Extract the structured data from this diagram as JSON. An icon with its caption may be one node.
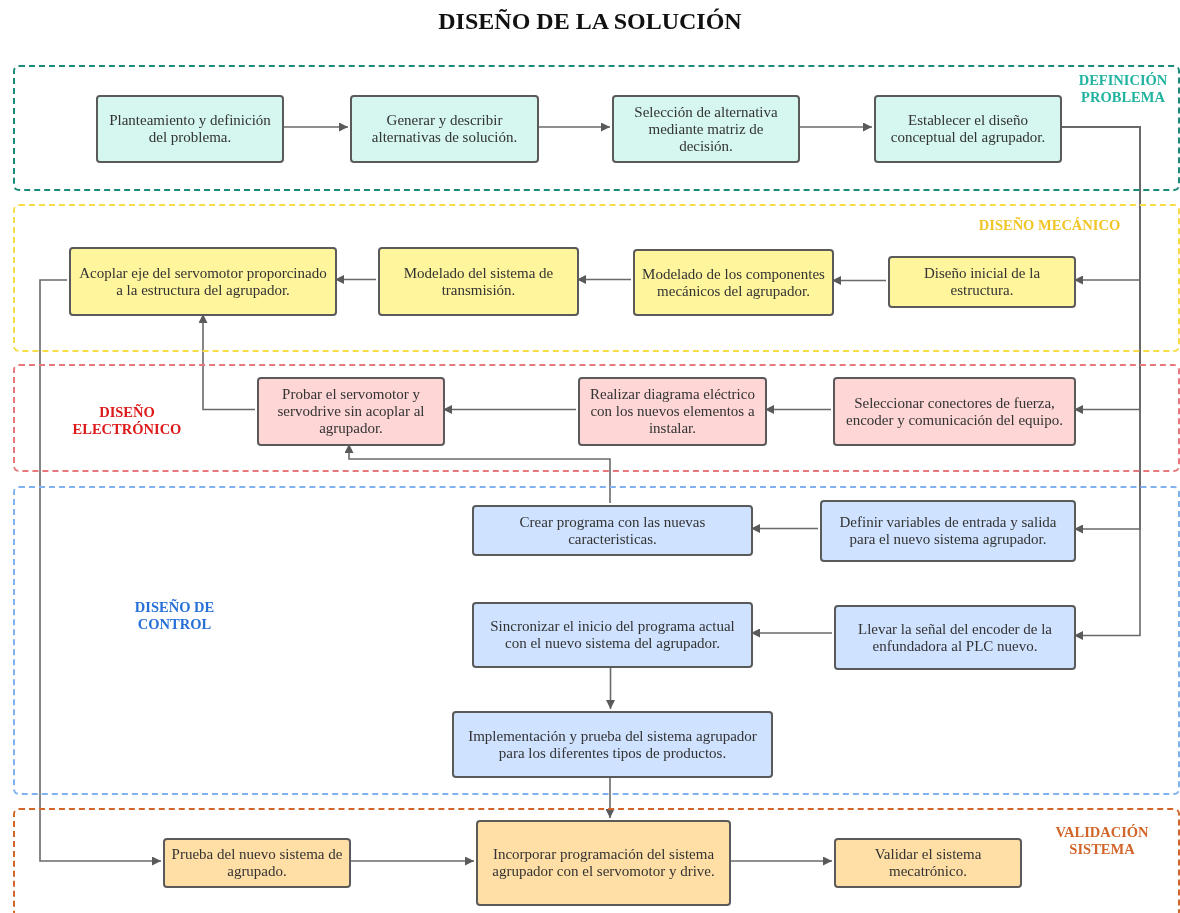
{
  "diagram": {
    "title": "DISEÑO DE LA SOLUCIÓN",
    "nodes": [
      {
        "text": [
          "DEFINICIÓN PROBLEMA"
        ]
      },
      {
        "text": [
          "Planteamiento y definición del problema."
        ],
        "in": 0
      },
      {
        "text": [
          "Generar y describir alternativas de solución."
        ],
        "in": 0
      },
      {
        "text": [
          "Selección de alternativa mediante matriz de decisión."
        ],
        "in": 0
      },
      {
        "text": [
          "Establecer el diseño conceptual del agrupador."
        ],
        "in": 0
      },
      {
        "text": [
          "DISEÑO MECÁNICO"
        ]
      },
      {
        "text": [
          "Acoplar eje del servomotor proporcinado a la estructura del agrupador."
        ],
        "in": 5
      },
      {
        "text": [
          "Modelado del sistema de transmisión."
        ],
        "in": 5
      },
      {
        "text": [
          "Modelado de los componentes mecánicos del agrupador."
        ],
        "in": 5
      },
      {
        "text": [
          "Diseño inicial de la estructura."
        ],
        "in": 5
      },
      {
        "text": [
          "DISEÑO ELECTRÓNICO"
        ]
      },
      {
        "text": [
          "Probar el servomotor y servodrive sin acoplar al agrupador."
        ],
        "in": 10
      },
      {
        "text": [
          "Realizar diagrama eléctrico con los nuevos elementos a instalar."
        ],
        "in": 10
      },
      {
        "text": [
          "Seleccionar conectores de fuerza, encoder y comunicación del equipo."
        ],
        "in": 10
      },
      {
        "text": [
          "DISEÑO DE CONTROL"
        ]
      },
      {
        "text": [
          "Crear programa con las nuevas caracteristicas."
        ],
        "in": 14
      },
      {
        "text": [
          "Definir variables de entrada y salida para el nuevo sistema agrupador."
        ],
        "in": 14
      },
      {
        "text": [
          "Sincronizar el inicio del programa actual con el nuevo sistema del agrupador."
        ],
        "in": 14
      },
      {
        "text": [
          "Llevar la señal del encoder de la enfundadora al PLC nuevo."
        ],
        "in": 14
      },
      {
        "text": [
          "Implementación y prueba del sistema agrupador para los diferentes tipos de productos."
        ],
        "in": 14
      },
      {
        "text": [
          "VALIDACIÓN SISTEMA"
        ]
      },
      {
        "text": [
          "Prueba del nuevo sistema de agrupado."
        ],
        "in": 20
      },
      {
        "text": [
          "Incorporar programación del sistema agrupador con el servomotor y drive."
        ],
        "in": 20
      },
      {
        "text": [
          "Validar el sistema mecatrónico."
        ],
        "in": 20
      }
    ],
    "edges": [
      {
        "from": 1,
        "to": 2,
        "arrow": "to"
      },
      {
        "from": 2,
        "to": 3,
        "arrow": "to"
      },
      {
        "from": 3,
        "to": 4,
        "arrow": "to"
      },
      {
        "from": 4,
        "to": 9,
        "arrow": "to"
      },
      {
        "from": 4,
        "to": 13,
        "arrow": "to"
      },
      {
        "from": 4,
        "to": 16,
        "arrow": "to"
      },
      {
        "from": 4,
        "to": 18,
        "arrow": "to"
      },
      {
        "from": 9,
        "to": 8,
        "arrow": "to"
      },
      {
        "from": 8,
        "to": 7,
        "arrow": "to"
      },
      {
        "from": 7,
        "to": 6,
        "arrow": "to"
      },
      {
        "from": 13,
        "to": 12,
        "arrow": "to"
      },
      {
        "from": 12,
        "to": 11,
        "arrow": "to"
      },
      {
        "from": 11,
        "to": 6,
        "arrow": "to"
      },
      {
        "from": 16,
        "to": 15,
        "arrow": "to"
      },
      {
        "from": 15,
        "to": 11,
        "arrow": "to"
      },
      {
        "from": 18,
        "to": 17,
        "arrow": "to"
      },
      {
        "from": 17,
        "to": 19,
        "arrow": "to"
      },
      {
        "from": 19,
        "to": 22,
        "arrow": "to"
      },
      {
        "from": 6,
        "to": 21,
        "arrow": "to"
      },
      {
        "from": 21,
        "to": 22,
        "arrow": "to"
      },
      {
        "from": 22,
        "to": 23,
        "arrow": "to"
      }
    ]
  }
}
